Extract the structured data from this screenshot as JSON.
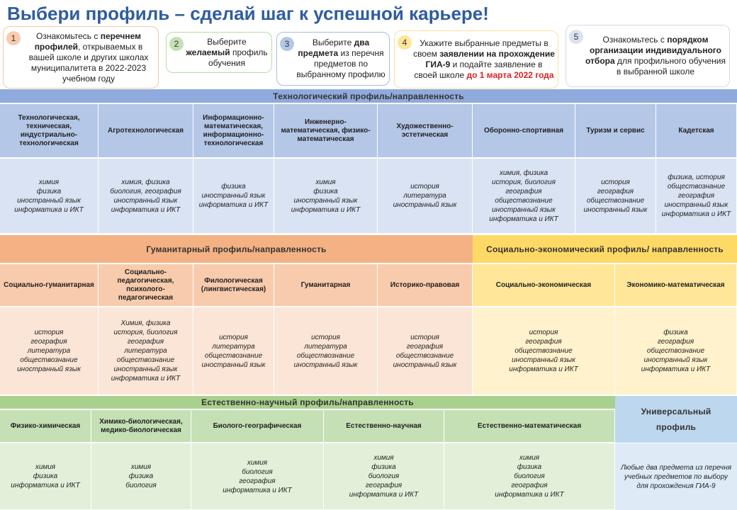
{
  "title": "Выбери профиль – сделай шаг к успешной карьере!",
  "steps": [
    {
      "num": "1",
      "html_parts": [
        [
          "",
          "Ознакомьтесь с "
        ],
        [
          "b",
          "перечнем профилей"
        ],
        [
          "",
          ", открываемых в вашей школе и других школах муниципалитета в 2022-2023 учебном году"
        ]
      ]
    },
    {
      "num": "2",
      "html_parts": [
        [
          "",
          "Выберите "
        ],
        [
          "b",
          "желаемый"
        ],
        [
          "",
          " профиль обучения"
        ]
      ]
    },
    {
      "num": "3",
      "html_parts": [
        [
          "",
          "Выберите "
        ],
        [
          "b",
          "два предмета"
        ],
        [
          "",
          " из перечня предметов по выбранному профилю"
        ]
      ]
    },
    {
      "num": "4",
      "html_parts": [
        [
          "",
          "Укажите выбранные предметы в своем "
        ],
        [
          "b",
          "заявлении на прохождение ГИА-9"
        ],
        [
          "",
          " и подайте заявление в своей школе "
        ],
        [
          "red",
          "до 1 марта 2022 года"
        ]
      ]
    },
    {
      "num": "5",
      "html_parts": [
        [
          "",
          "Ознакомьтесь с "
        ],
        [
          "b",
          "порядком организации индивидуального отбора"
        ],
        [
          "",
          " для профильного обучения в выбранной школе"
        ]
      ]
    }
  ],
  "tech": {
    "header": "Технологический профиль/направленность",
    "cols": [
      {
        "name": "Технологическая, техническая, индустриально-технологическая",
        "subjects": "химия\nфизика\nиностранный язык\nинформатика и ИКТ"
      },
      {
        "name": "Агротехнологическая",
        "subjects": "химия, физика\nбиология, география\nиностранный язык\nинформатика и ИКТ"
      },
      {
        "name": "Информационно-математическая, информационно-технологическая",
        "subjects": "физика\nиностранный язык\nинформатика и ИКТ"
      },
      {
        "name": "Инженерно-математическая, физико-математическая",
        "subjects": "химия\nфизика\nиностранный язык\nинформатика и ИКТ"
      },
      {
        "name": "Художественно-эстетическая",
        "subjects": "история\nлитература\nиностранный язык"
      },
      {
        "name": "Оборонно-спортивная",
        "subjects": "химия, физика\nистория, биология\nгеография\nобществознание\nиностранный язык\nинформатика и ИКТ"
      },
      {
        "name": "Туризм и сервис",
        "subjects": "история\nгеография\nобществознание\nиностранный язык"
      },
      {
        "name": "Кадетская",
        "subjects": "физика, история\nобществознание\nгеография\nиностранный язык\nинформатика и ИКТ"
      }
    ]
  },
  "hum": {
    "header": "Гуманитарный профиль/направленность",
    "cols": [
      {
        "name": "Социально-гуманитарная",
        "subjects": "история\nгеография\nлитература\nобществознание\nиностранный язык"
      },
      {
        "name": "Социально-педагогическая, психолого-педагогическая",
        "subjects": "Химия, физика\nистория, биология\nгеография\nлитература\nобществознание\nиностранный язык\nинформатика и ИКТ"
      },
      {
        "name": "Филологическая (лингвистическая)",
        "subjects": "история\nлитература\nобществознание\nиностранный язык"
      },
      {
        "name": "Гуманитарная",
        "subjects": "история\nлитература\nобществознание\nиностранный язык"
      },
      {
        "name": "Историко-правовая",
        "subjects": "история\nгеография\nобществознание\nиностранный язык"
      }
    ]
  },
  "soc": {
    "header": "Социально-экономический профиль/ направленность",
    "cols": [
      {
        "name": "Социально-экономическая",
        "subjects": "история\nгеография\nобществознание\nиностранный язык\nинформатика и ИКТ"
      },
      {
        "name": "Экономико-математическая",
        "subjects": "физика\nгеография\nобществознание\nиностранный язык\nинформатика и ИКТ"
      }
    ]
  },
  "nat": {
    "header": "Естественно-научный профиль/направленность",
    "cols": [
      {
        "name": "Физико-химическая",
        "subjects": "химия\nфизика\nинформатика и ИКТ"
      },
      {
        "name": "Химико-биологическая, медико-биологическая",
        "subjects": "химия\nфизика\nбиология"
      },
      {
        "name": "Биолого-географическая",
        "subjects": "химия\nбиология\nгеография\nинформатика и ИКТ"
      },
      {
        "name": "Естественно-научная",
        "subjects": "химия\nфизика\nбиология\nгеография\nинформатика и ИКТ"
      },
      {
        "name": "Естественно-математическая",
        "subjects": "химия\nфизика\nбиология\nгеография\nинформатика и ИКТ"
      }
    ]
  },
  "univ": {
    "header": "Универсальный профиль",
    "subjects": "Любые два предмета из перечня учебных предметов по выбору для прохождения ГИА-9"
  },
  "colors": {
    "title": "#2f5d9e",
    "tech_header": "#8faadc",
    "tech_sub": "#b4c7e7",
    "tech_body": "#dae3f3",
    "hum_header": "#f4b183",
    "hum_sub": "#f8cbad",
    "hum_body": "#fbe5d6",
    "soc_header": "#ffd966",
    "soc_sub": "#ffe699",
    "soc_body": "#fff2cc",
    "nat_header": "#a9d18e",
    "nat_sub": "#c5e0b4",
    "nat_body": "#e2f0d9",
    "univ_header": "#bdd7ee",
    "univ_body": "#deebf7",
    "step1": "#f8cbad",
    "step2": "#c5e0b4",
    "step3": "#b4c7e7",
    "step4": "#ffe699",
    "step5": "#dae3f3"
  }
}
